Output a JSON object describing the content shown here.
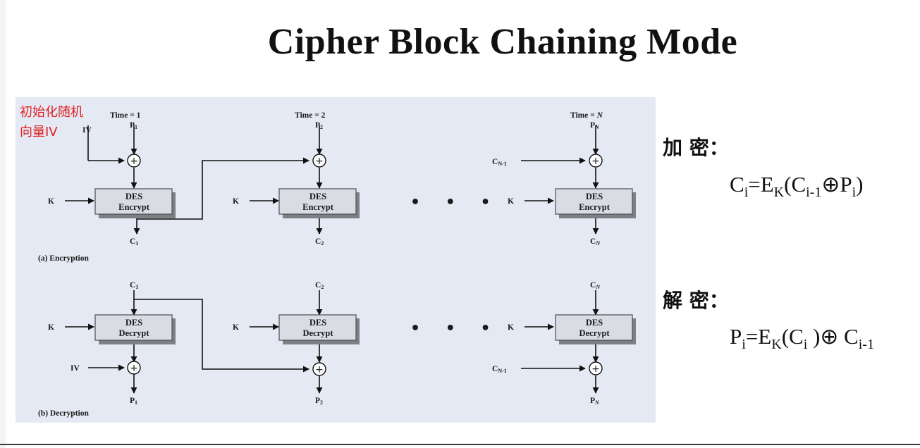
{
  "title": "Cipher Block Chaining Mode",
  "annotation": {
    "line1": "初始化随机",
    "line2": "向量IV"
  },
  "colors": {
    "diagram_bg": "#e4e9f3",
    "block_fill": "#d9dde3",
    "block_shadow": "#7d8084",
    "annotation": "#e02020",
    "ink": "#111111"
  },
  "diagram": {
    "time_prefix": "Time = ",
    "times": [
      "1",
      "2",
      "N"
    ],
    "iv": "IV",
    "key": "K",
    "des": "DES",
    "encrypt": "Encrypt",
    "decrypt": "Decrypt",
    "xor": "+",
    "ellipsis": "• • •",
    "p1": "P",
    "p1_sub": "1",
    "p2": "P",
    "p2_sub": "2",
    "pn": "P",
    "pn_sub": "N",
    "c1": "C",
    "c1_sub": "1",
    "c2": "C",
    "c2_sub": "2",
    "cn": "C",
    "cn_sub": "N",
    "cn1": "C",
    "cn1_sub": "N-1",
    "encryption_caption": "(a) Encryption",
    "decryption_caption": "(b) Decryption"
  },
  "encryption": {
    "label": "加 密：",
    "formula": {
      "lhs": "C",
      "lhs_sub": "i",
      "eq": "=E",
      "key_sub": "K",
      "open": "(C",
      "prev_sub": "i-1",
      "op": "⊕P",
      "p_sub": "i",
      "close": ")"
    }
  },
  "decryption": {
    "label": "解 密：",
    "formula": {
      "lhs": "P",
      "lhs_sub": "i",
      "eq": "=E",
      "key_sub": "K",
      "open": "(C",
      "c_sub": "i",
      "close": " )⊕ C",
      "prev_sub": "i-1"
    }
  }
}
